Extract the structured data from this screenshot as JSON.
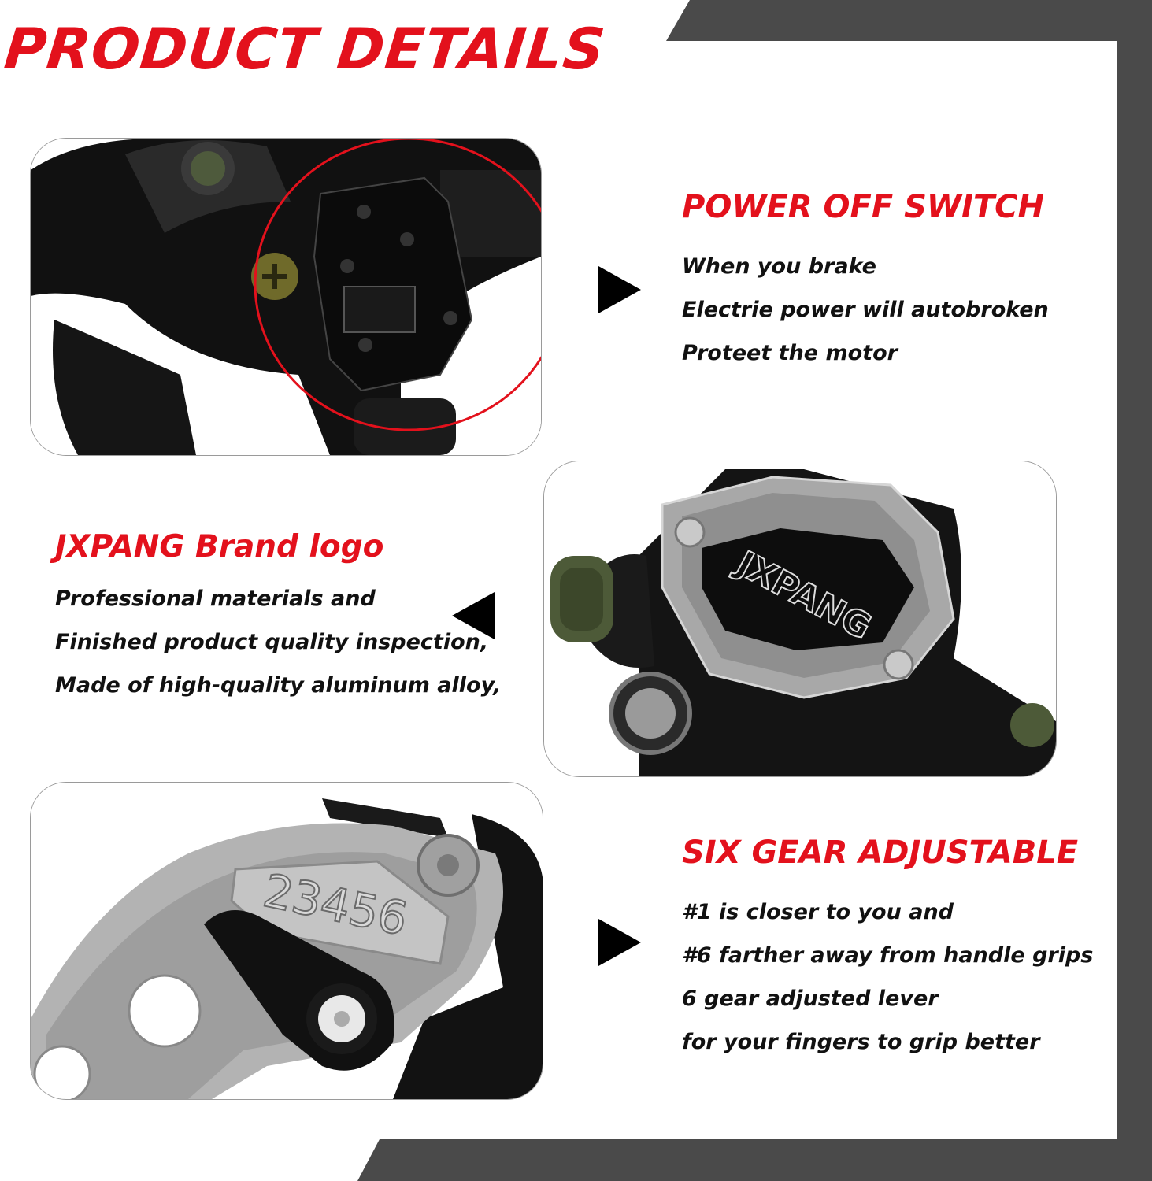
{
  "title": "PRODUCT DETAILS",
  "colors": {
    "accent": "#e3111c",
    "frame": "#4a4a4a",
    "text": "#111111"
  },
  "sections": [
    {
      "heading": "POWER OFF SWITCH",
      "lines": [
        "When you brake",
        "Electrie power will autobroken",
        "Proteet the motor"
      ]
    },
    {
      "heading": "JXPANG Brand logo",
      "lines": [
        "Professional materials and",
        "Finished product quality inspection,",
        "Made of high-quality aluminum alloy,"
      ],
      "logo_text": "JXPANG"
    },
    {
      "heading": "SIX GEAR ADJUSTABLE",
      "lines": [
        "#1 is closer to you and",
        "#6 farther away from handle grips",
        "6 gear adjusted lever",
        "for your fingers to grip better"
      ],
      "gear_numbers": "23456"
    }
  ]
}
